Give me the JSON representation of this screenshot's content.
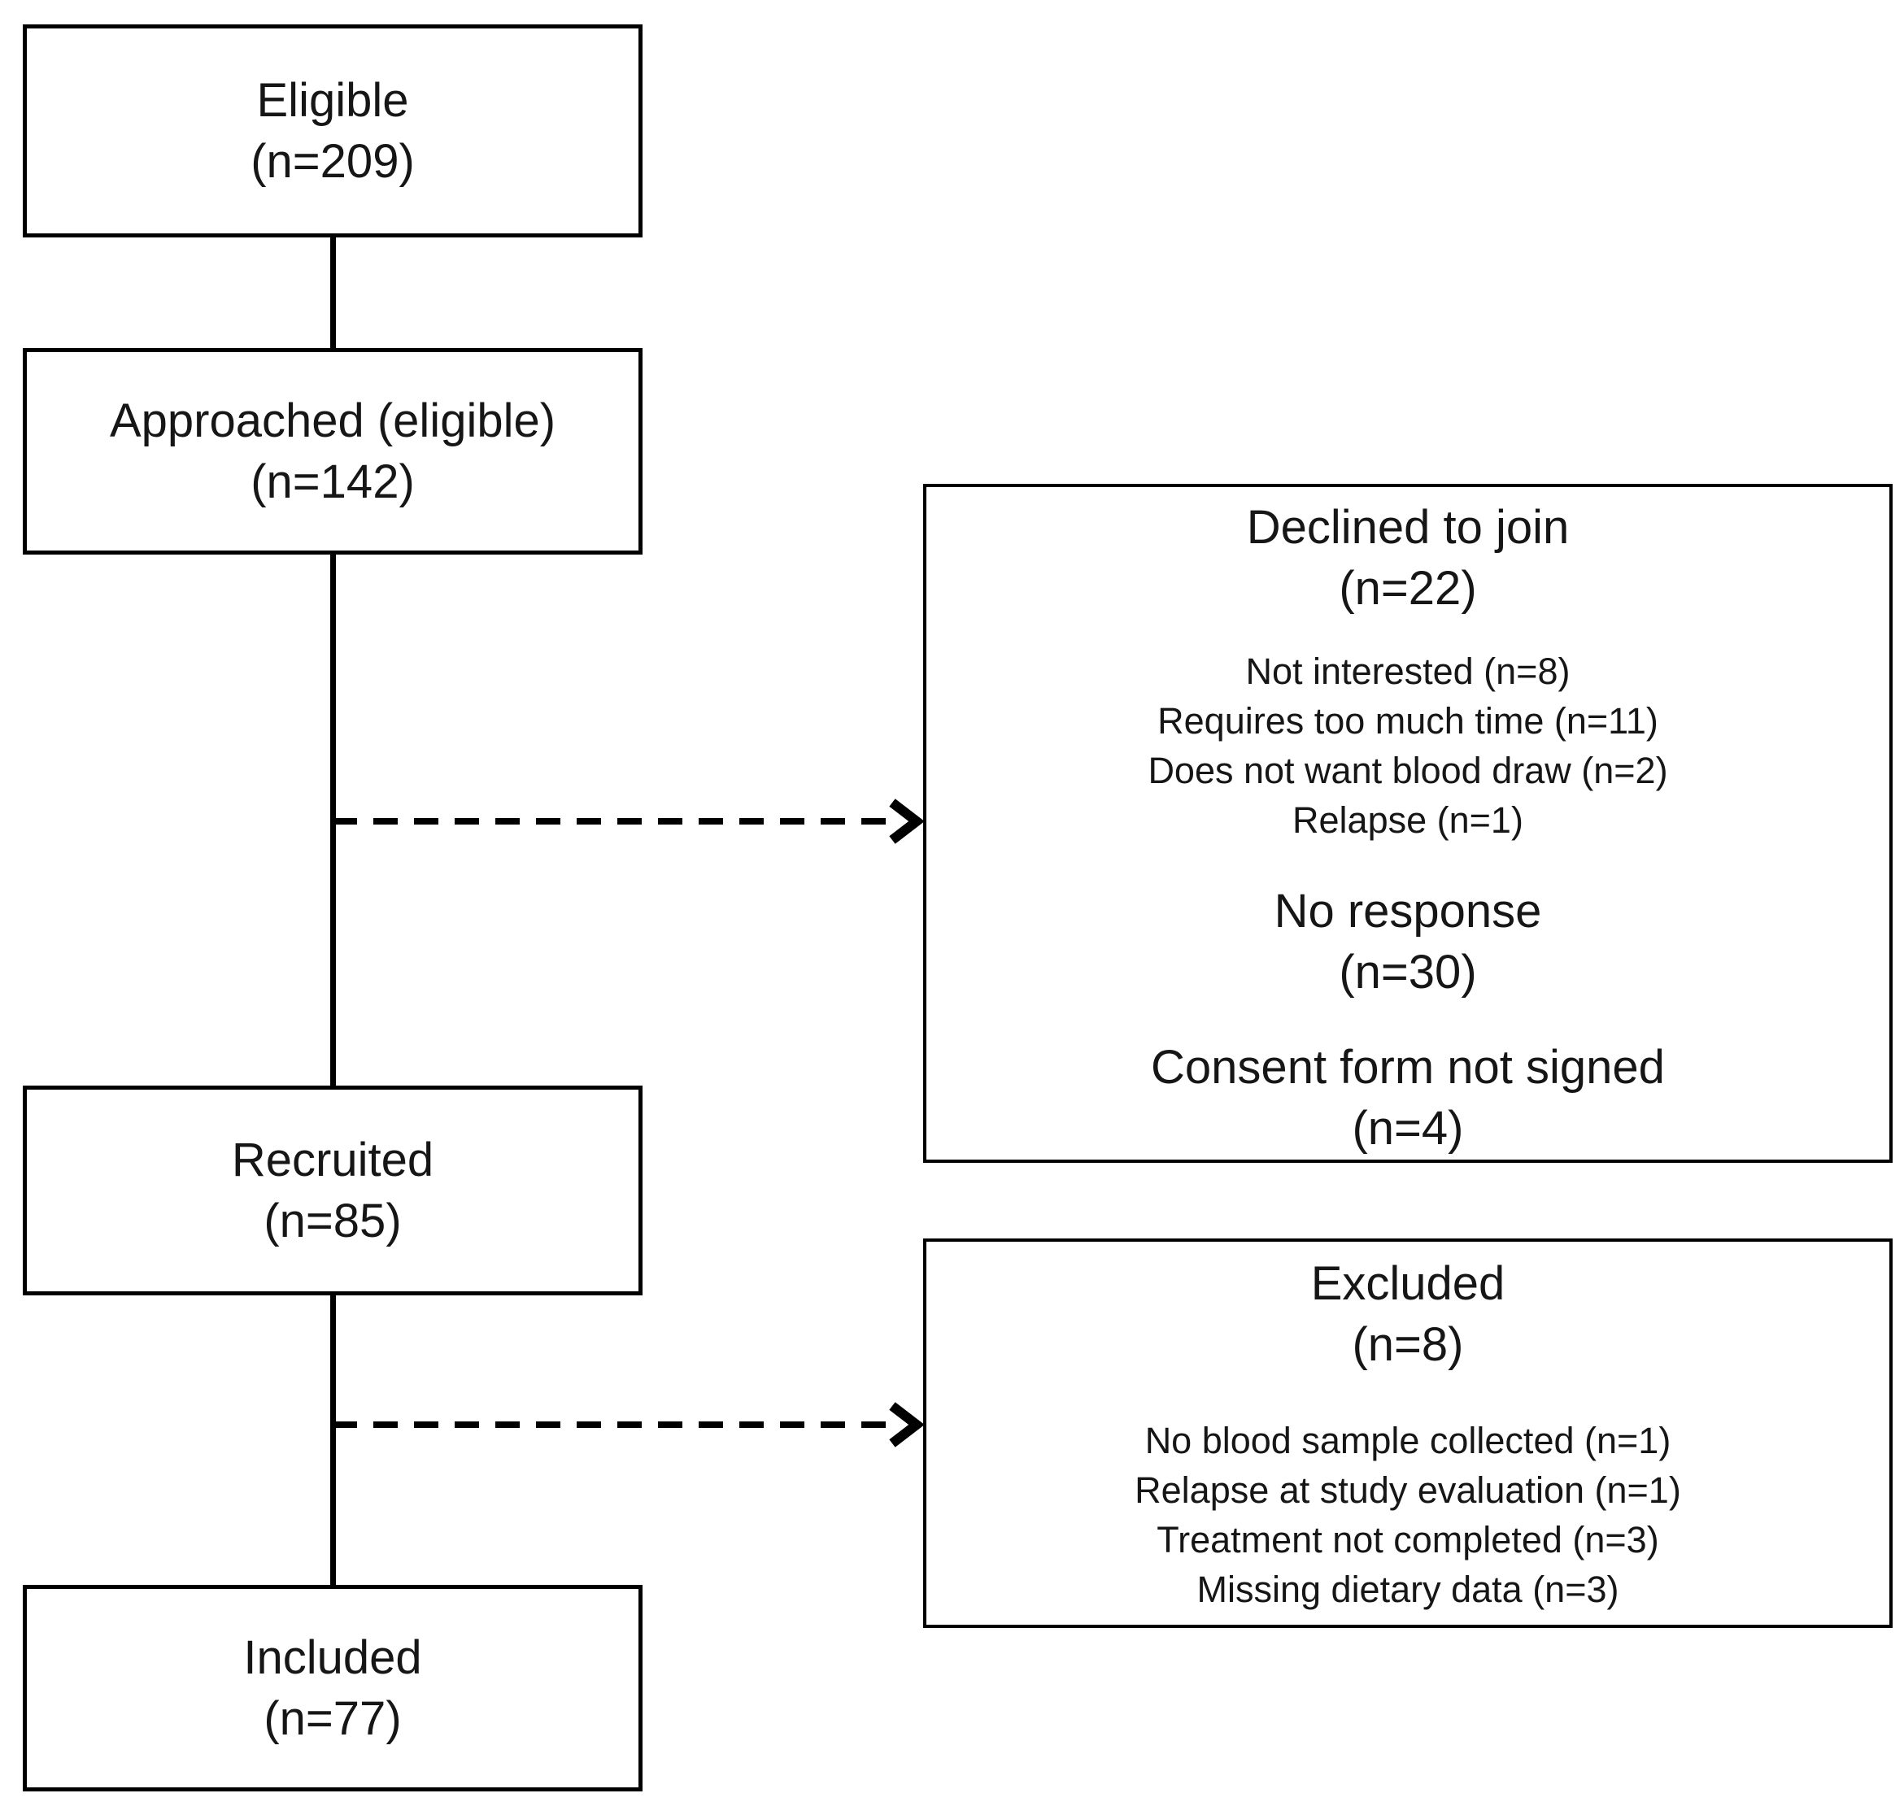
{
  "colors": {
    "background": "#ffffff",
    "line": "#000000",
    "text": "#161616",
    "box_background": "#ffffff"
  },
  "icons": {
    "arrowhead": "chevron-right"
  },
  "flowchart": {
    "main_boxes": [
      {
        "label": "Eligible",
        "count": "(n=209)"
      },
      {
        "label": "Approached (eligible)",
        "count": "(n=142)"
      },
      {
        "label": "Recruited",
        "count": "(n=85)"
      },
      {
        "label": "Included",
        "count": "(n=77)"
      }
    ],
    "side_boxes": [
      {
        "groups": [
          {
            "title": "Declined to join",
            "count": "(n=22)",
            "reasons": [
              "Not interested (n=8)",
              "Requires too much time (n=11)",
              "Does not want blood draw (n=2)",
              "Relapse (n=1)"
            ]
          },
          {
            "title": "No response",
            "count": "(n=30)",
            "reasons": []
          },
          {
            "title": "Consent form not signed",
            "count": "(n=4)",
            "reasons": []
          }
        ]
      },
      {
        "groups": [
          {
            "title": "Excluded",
            "count": "(n=8)",
            "reasons": [
              "No blood sample collected (n=1)",
              "Relapse at study evaluation (n=1)",
              "Treatment not completed (n=3)",
              "Missing dietary data (n=3)"
            ]
          }
        ]
      }
    ]
  }
}
